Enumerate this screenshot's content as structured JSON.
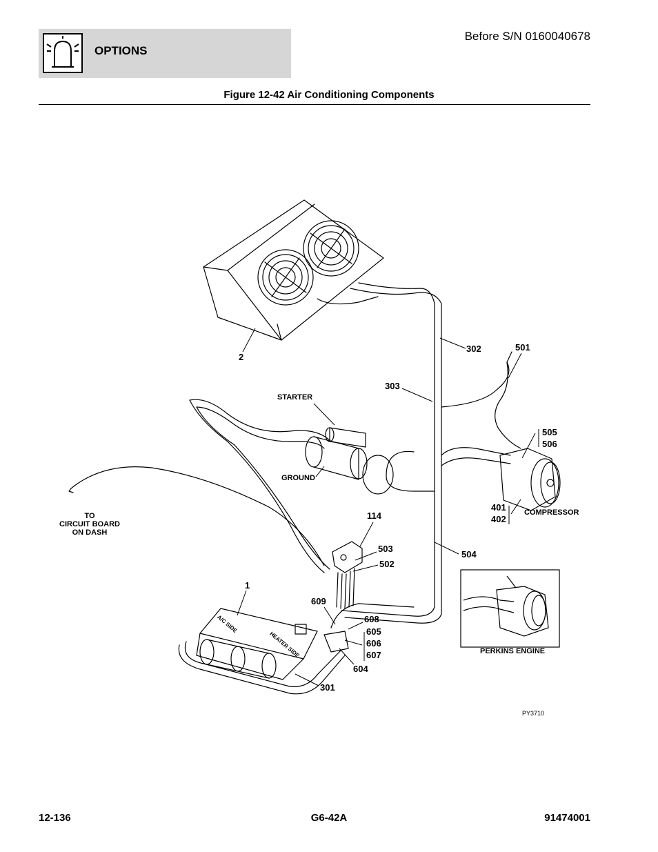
{
  "header": {
    "section": "OPTIONS",
    "serial_note": "Before S/N 0160040678",
    "icon": "options-beacon-icon"
  },
  "figure": {
    "title": "Figure 12-42 Air Conditioning Components",
    "drawing_id": "PY3710",
    "callouts": {
      "c2": "2",
      "c302": "302",
      "c303": "303",
      "c501": "501",
      "c505": "505",
      "c506": "506",
      "c401": "401",
      "c402": "402",
      "c114": "114",
      "c503": "503",
      "c502": "502",
      "c504": "504",
      "c1": "1",
      "c609": "609",
      "c608": "608",
      "c605": "605",
      "c606": "606",
      "c607": "607",
      "c604": "604",
      "c301": "301"
    },
    "labels": {
      "starter": "STARTER",
      "ground": "GROUND",
      "compressor": "COMPRESSOR",
      "to_line1": "TO",
      "to_line2": "CIRCUIT BOARD",
      "to_line3": "ON DASH",
      "ac_side": "A/C SIDE",
      "heater_side": "HEATER SIDE"
    },
    "inset": {
      "caption": "PERKINS ENGINE"
    }
  },
  "footer": {
    "page": "12-136",
    "model": "G6-42A",
    "doc_number": "91474001"
  }
}
